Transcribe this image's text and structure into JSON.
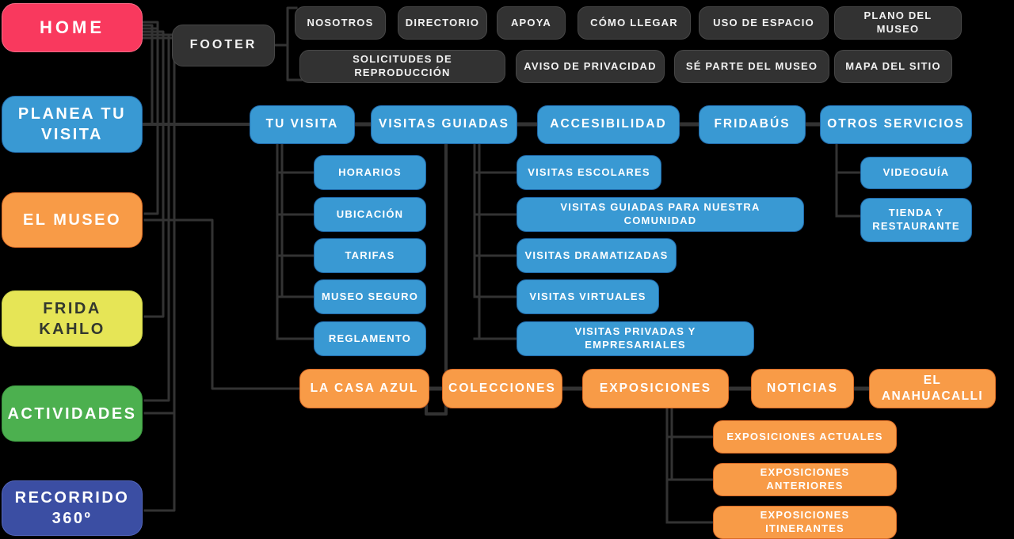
{
  "nav": {
    "home": "HOME",
    "planea": "PLANEA TU VISITA",
    "el_museo": "EL MUSEO",
    "frida_kahlo": "FRIDA KAHLO",
    "actividades": "ACTIVIDADES",
    "recorrido": "RECORRIDO 360º"
  },
  "footer": {
    "label": "FOOTER",
    "row1": [
      "NOSOTROS",
      "DIRECTORIO",
      "APOYA",
      "CÓMO LLEGAR",
      "USO DE ESPACIO",
      "PLANO DEL MUSEO"
    ],
    "row2": [
      "SOLICITUDES DE REPRODUCCIÓN",
      "AVISO DE PRIVACIDAD",
      "SÉ PARTE DEL MUSEO",
      "MAPA DEL SITIO"
    ]
  },
  "visita": {
    "row": [
      "TU VISITA",
      "VISITAS GUIADAS",
      "ACCESIBILIDAD",
      "FRIDABÚS",
      "OTROS SERVICIOS"
    ],
    "tu_visita_children": [
      "HORARIOS",
      "UBICACIÓN",
      "TARIFAS",
      "MUSEO SEGURO",
      "REGLAMENTO"
    ],
    "visitas_guiadas_children": [
      "VISITAS ESCOLARES",
      "VISITAS GUIADAS PARA NUESTRA COMUNIDAD",
      "VISITAS DRAMATIZADAS",
      "VISITAS VIRTUALES",
      "VISITAS PRIVADAS Y EMPRESARIALES"
    ],
    "otros_servicios_children": [
      "VIDEOGUÍA",
      "TIENDA Y RESTAURANTE"
    ]
  },
  "museo": {
    "row": [
      "LA CASA AZUL",
      "COLECCIONES",
      "EXPOSICIONES",
      "NOTICIAS",
      "EL ANAHUACALLI"
    ],
    "exposiciones_children": [
      "EXPOSICIONES ACTUALES",
      "EXPOSICIONES ANTERIORES",
      "EXPOSICIONES ITINERANTES"
    ]
  },
  "colors": {
    "home_pink": "#F9395E",
    "section_blue": "#3999D3",
    "section_orange": "#F89B47",
    "frida_yellow": "#E6E556",
    "actividades_green": "#4CB04F",
    "recorrido_navy": "#3B4EA3",
    "footer_dark": "#323232",
    "connector_gray": "#333333",
    "background": "#000000"
  }
}
